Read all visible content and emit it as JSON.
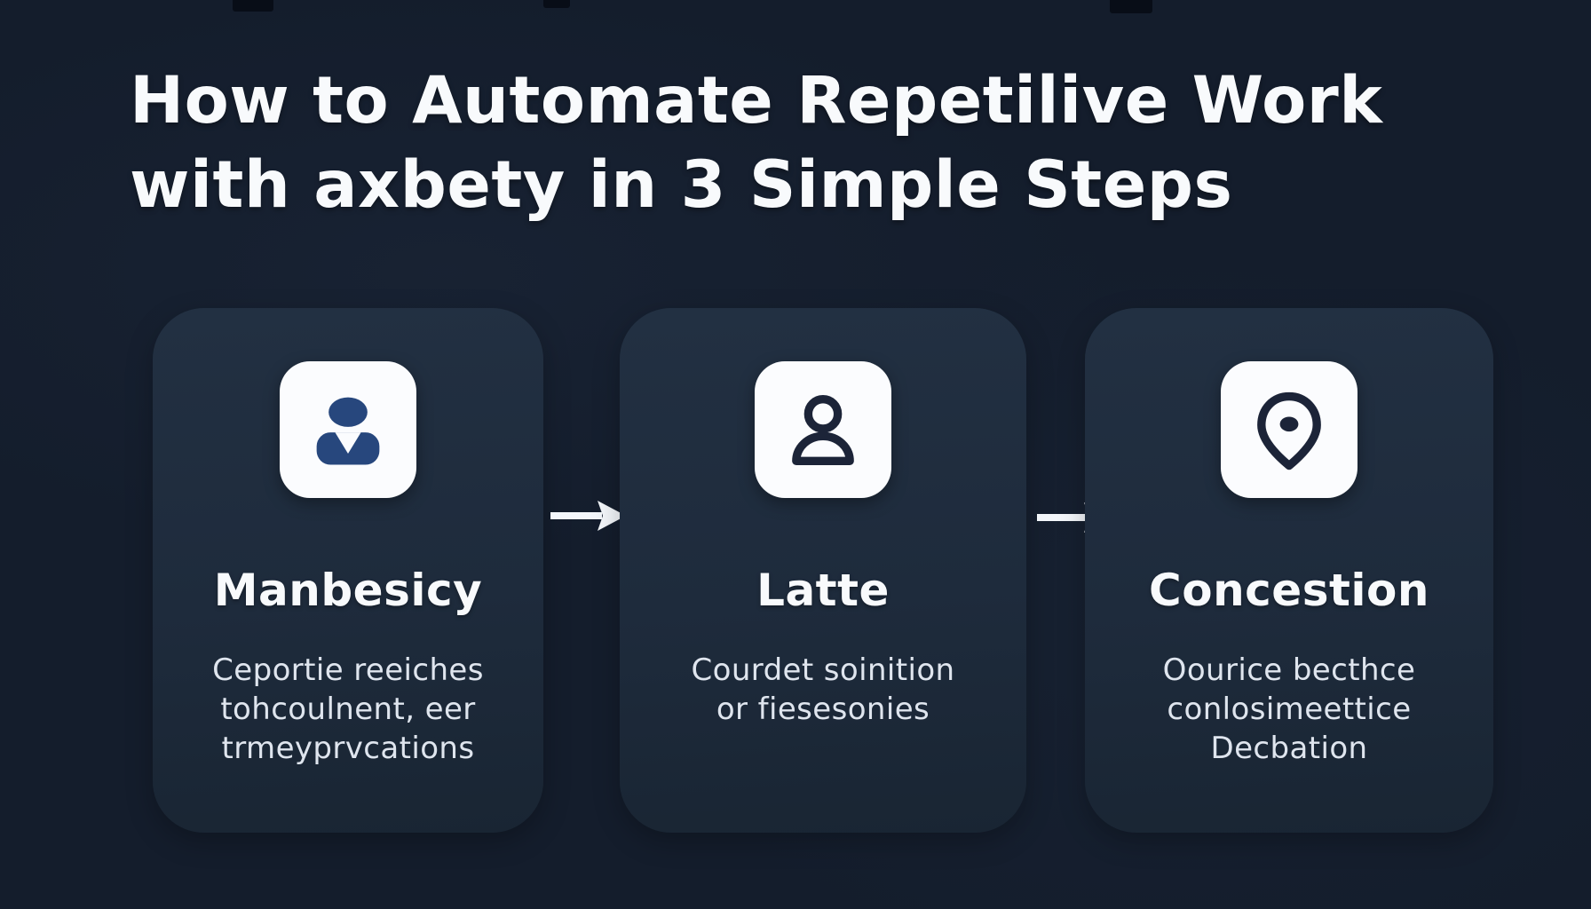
{
  "title": {
    "line1": "How to Automate Repetilive Work",
    "line2": "with axbety in 3 Simple Steps"
  },
  "steps": [
    {
      "icon": "user-filled-icon",
      "heading": "Manbesicy",
      "body_lines": [
        "Ceportie reeiches",
        "tohcoulnent, eer",
        "trmeyprvcations"
      ]
    },
    {
      "icon": "user-outline-icon",
      "heading": "Latte",
      "body_lines": [
        "Courdet soinition",
        "or fiesesonies"
      ]
    },
    {
      "icon": "map-pin-icon",
      "heading": "Concestion",
      "body_lines": [
        "Oourice becthce",
        "conlosimeettice",
        "Decbation"
      ]
    }
  ],
  "colors": {
    "background": "#141d2c",
    "card_background": "#1e2b3c",
    "title_text": "#f8fafc",
    "body_text": "#dfe5ee",
    "icon_tile": "#fbfcfe",
    "user_filled_icon": "#27477d",
    "outline_icon": "#1c2438",
    "arrow": "#f4f7fb"
  }
}
